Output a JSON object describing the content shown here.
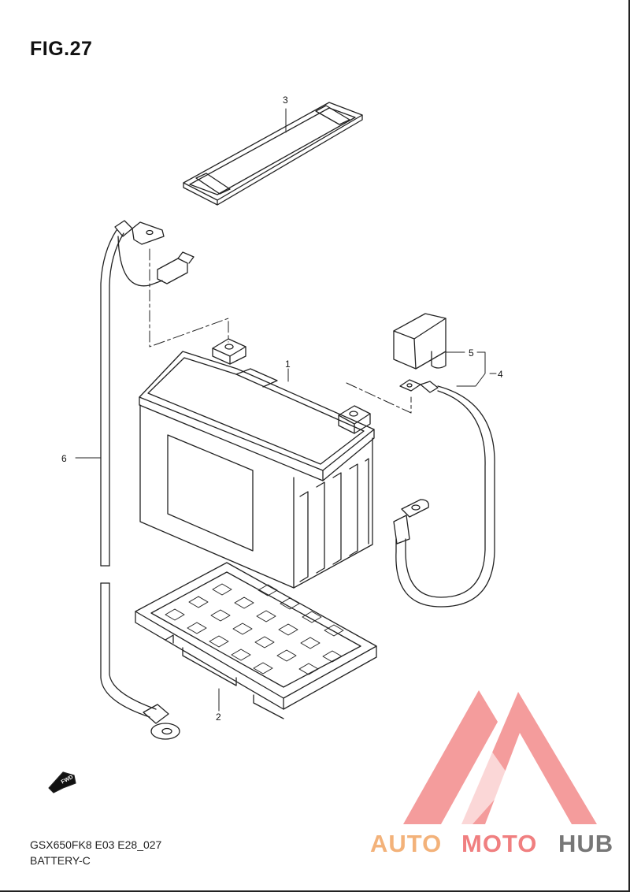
{
  "figure": {
    "title": "FIG.27",
    "model_code": "GSX650FK8 E03 E28_027",
    "section": "BATTERY-C"
  },
  "callouts": [
    "1",
    "2",
    "3",
    "4",
    "5",
    "6"
  ],
  "fwd_label": "FWD",
  "watermark": {
    "part1": "AUTO",
    "part2": "MOTO",
    "part3": "HUB",
    "colors": {
      "auto": "#f3b27a",
      "moto": "#f07f80",
      "hub": "#777777",
      "triangle": "#f28b8b"
    }
  }
}
